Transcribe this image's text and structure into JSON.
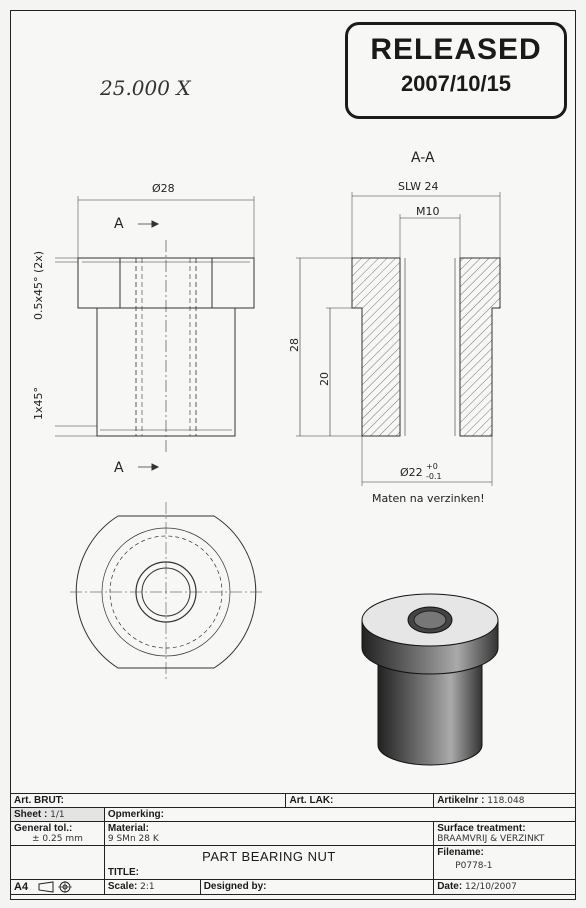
{
  "stamp": {
    "status": "RELEASED",
    "date": "2007/10/15"
  },
  "handwritten_qty": "25.000 X",
  "drawing": {
    "section_title": "A-A",
    "section_mark": "A",
    "dim_dia28": "Ø28",
    "dim_chamfer_top": "0.5x45° (2x)",
    "dim_chamfer_bottom": "1x45°",
    "dim_slw": "SLW 24",
    "dim_thread": "M10",
    "dim_height_total": "28",
    "dim_height_body": "20",
    "dim_dia22": "Ø22",
    "dim_tol_upper": "+0",
    "dim_tol_lower": "-0.1",
    "note": "Maten na verzinken!"
  },
  "title_block": {
    "art_brut_label": "Art. BRUT:",
    "art_lak_label": "Art. LAK:",
    "artikelnr_label": "Artikelnr :",
    "artikelnr_value": "118.048",
    "sheet_label": "Sheet :",
    "sheet_value": "1/1",
    "opmerking_label": "Opmerking:",
    "general_tol_label": "General tol.:",
    "general_tol_value": "± 0.25 mm",
    "material_label": "Material:",
    "material_value": "9 SMn 28 K",
    "surface_label": "Surface treatment:",
    "surface_value": "BRAAMVRIJ &  VERZINKT",
    "filename_label": "Filename:",
    "filename_value": "P0778-1",
    "title_label": "TITLE:",
    "title_value": "PART BEARING NUT",
    "format": "A4",
    "scale_label": "Scale:",
    "scale_value": "2:1",
    "designed_label": "Designed by:",
    "date_label": "Date:",
    "date_value": "12/10/2007"
  }
}
